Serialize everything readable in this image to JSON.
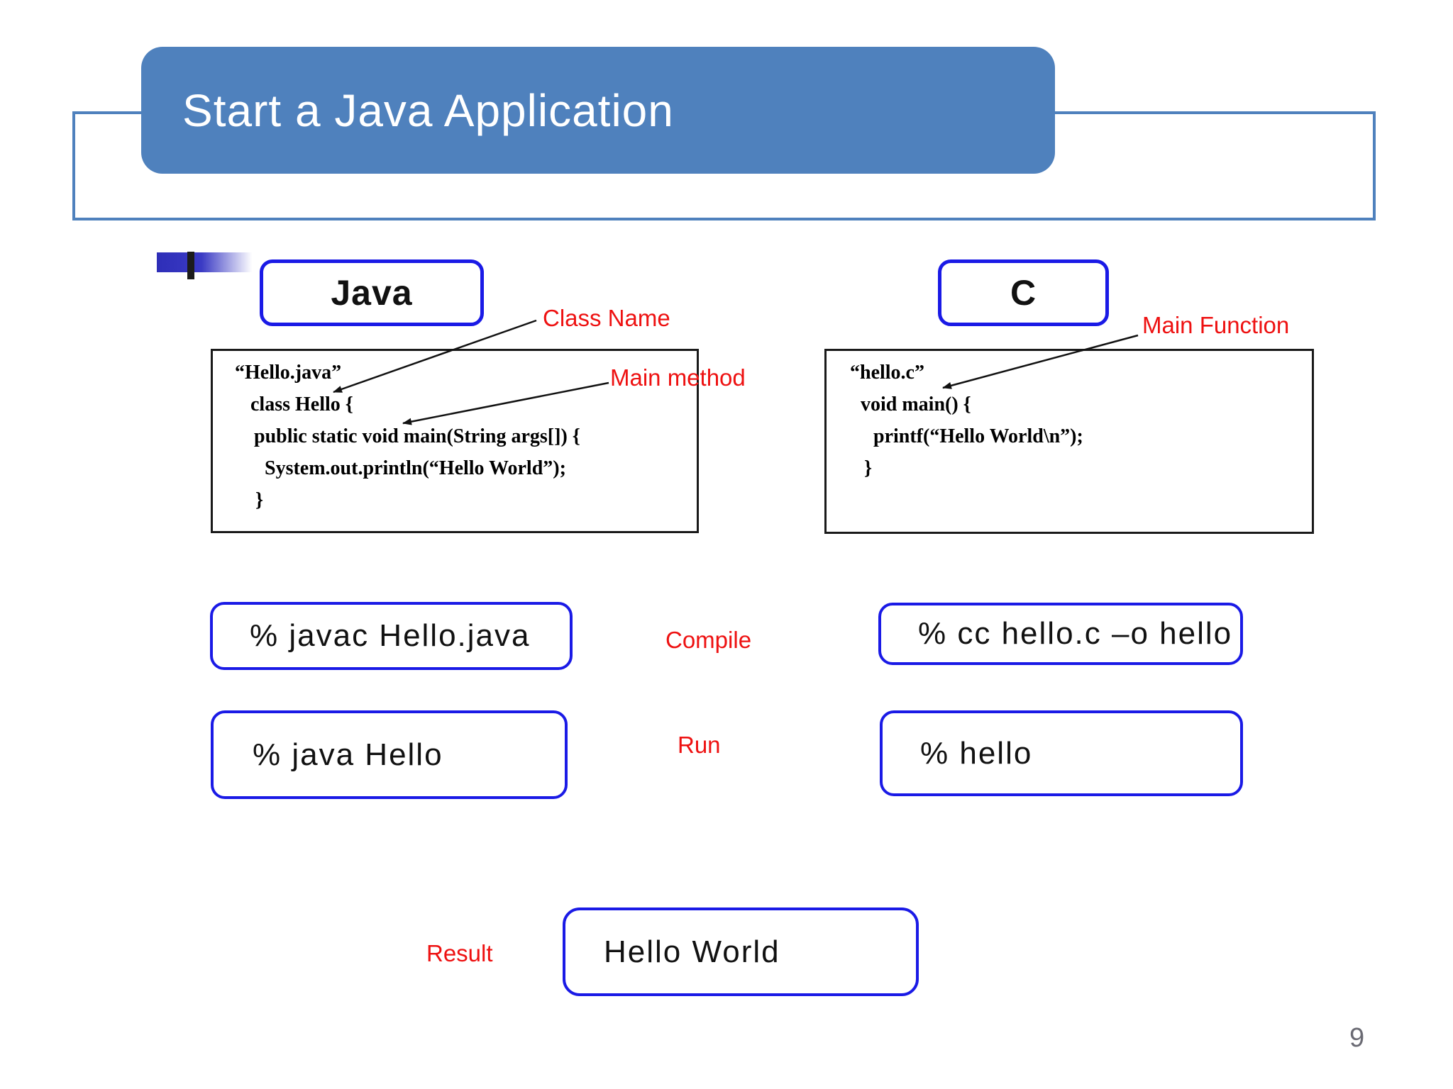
{
  "page": {
    "title": "Start a Java Application",
    "page_number": "9"
  },
  "java_panel": {
    "header": "Java",
    "code_lines": [
      "“Hello.java”",
      "class Hello {",
      "public static void main(String args[]) {",
      "System.out.println(“Hello World”);",
      "}"
    ],
    "compile_command": "% javac Hello.java",
    "run_command": "% java Hello"
  },
  "c_panel": {
    "header": "C",
    "code_lines": [
      "“hello.c”",
      "void main() {",
      "printf(“Hello World\\n”);",
      "}"
    ],
    "compile_command": "% cc hello.c –o hello",
    "run_command": "% hello"
  },
  "labels": {
    "class_name": "Class Name",
    "main_method": "Main method",
    "main_function": "Main Function",
    "compile": "Compile",
    "run": "Run",
    "result": "Result"
  },
  "result_box": {
    "output": "Hello World"
  },
  "colors": {
    "accent_blue": "#4f81bd",
    "shape_border_blue": "#1a1ae6",
    "annotation_red": "#ee1111",
    "code_text": "#000000",
    "page_number_gray": "#6a6a73"
  }
}
